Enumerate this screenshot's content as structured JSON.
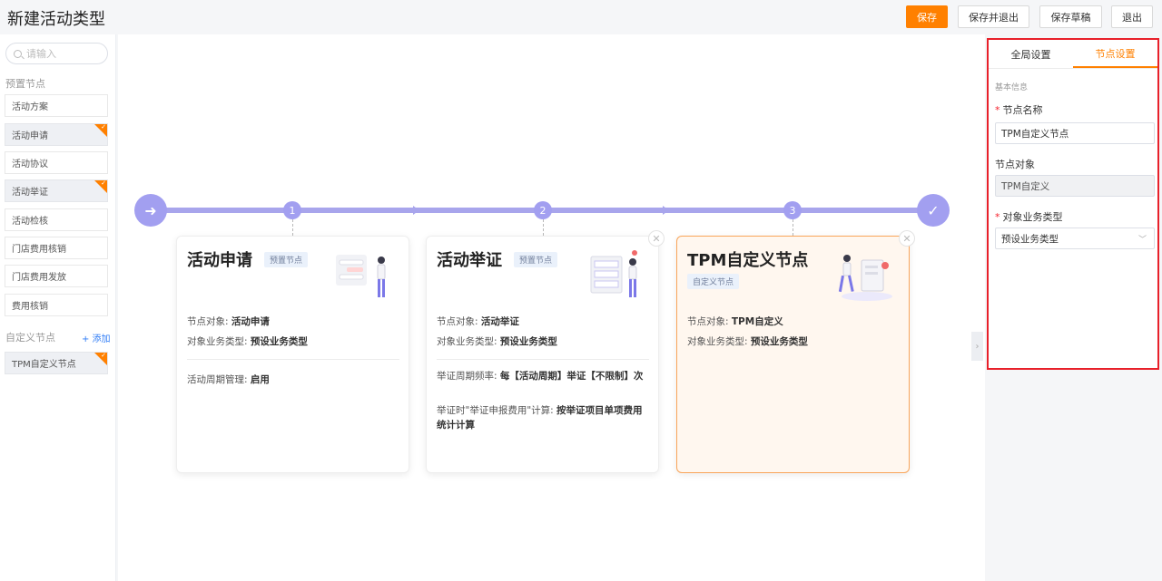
{
  "header": {
    "title": "新建活动类型",
    "buttons": {
      "save": "保存",
      "save_exit": "保存并退出",
      "save_draft": "保存草稿",
      "exit": "退出"
    }
  },
  "sidebar": {
    "search_placeholder": "请输入",
    "preset_label": "预置节点",
    "preset_items": [
      {
        "label": "活动方案",
        "selected": false
      },
      {
        "label": "活动申请",
        "selected": true
      },
      {
        "label": "活动协议",
        "selected": false
      },
      {
        "label": "活动举证",
        "selected": true
      },
      {
        "label": "活动检核",
        "selected": false
      },
      {
        "label": "门店费用核销",
        "selected": false
      },
      {
        "label": "门店费用发放",
        "selected": false
      },
      {
        "label": "费用核销",
        "selected": false
      }
    ],
    "custom_label": "自定义节点",
    "add_label": "+ 添加",
    "custom_items": [
      {
        "label": "TPM自定义节点",
        "selected": true
      }
    ]
  },
  "flow": {
    "steps": [
      "1",
      "2",
      "3"
    ],
    "start_icon": "arrow-right-icon",
    "end_icon": "check-icon"
  },
  "cards": [
    {
      "title": "活动申请",
      "tag": "预置节点",
      "object_label": "节点对象:",
      "object_value": "活动申请",
      "biztype_label": "对象业务类型:",
      "biztype_value": "预设业务类型",
      "cycle_label": "活动周期管理:",
      "cycle_value": "启用"
    },
    {
      "title": "活动举证",
      "tag": "预置节点",
      "object_label": "节点对象:",
      "object_value": "活动举证",
      "biztype_label": "对象业务类型:",
      "biztype_value": "预设业务类型",
      "freq_label": "举证周期频率:",
      "freq_value": "每【活动周期】举证【不限制】次",
      "calc_label": "举证时\"举证申报费用\"计算:",
      "calc_value": "按举证项目单项费用统计计算"
    },
    {
      "title": "TPM自定义节点",
      "tag": "自定义节点",
      "object_label": "节点对象:",
      "object_value": "TPM自定义",
      "biztype_label": "对象业务类型:",
      "biztype_value": "预设业务类型"
    }
  ],
  "right_panel": {
    "tabs": [
      "全局设置",
      "节点设置"
    ],
    "active_tab": 1,
    "group_label": "基本信息",
    "name_label": "节点名称",
    "name_value": "TPM自定义节点",
    "object_label": "节点对象",
    "object_value": "TPM自定义",
    "biztype_label": "对象业务类型",
    "biztype_value": "预设业务类型"
  },
  "colors": {
    "accent": "#ff8000",
    "flow": "#a29ff0",
    "highlight_border": "#e8202a"
  }
}
